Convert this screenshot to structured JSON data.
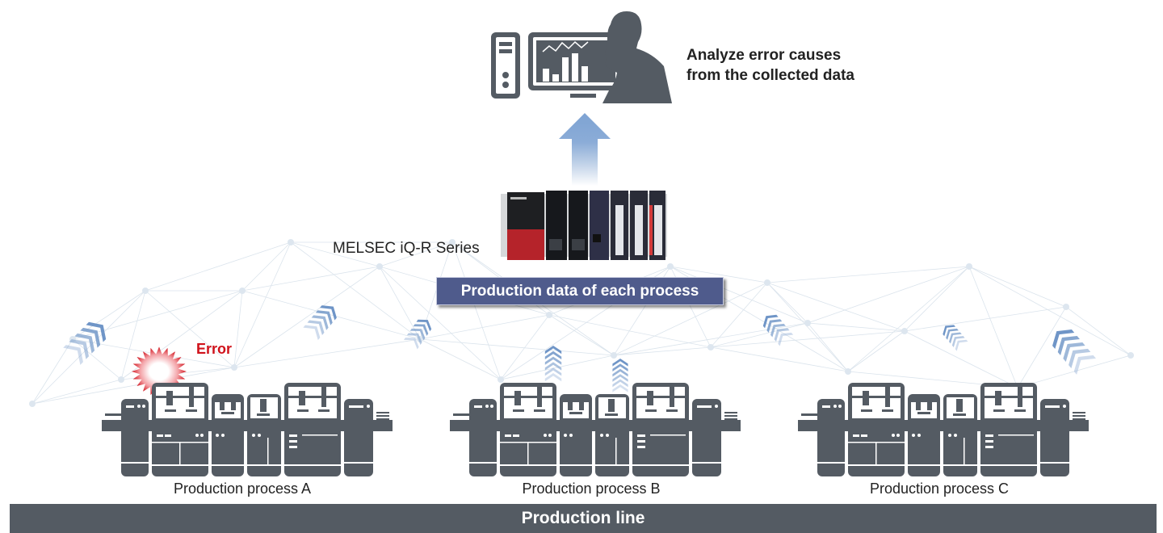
{
  "diagram": {
    "analysis": {
      "line1": "Analyze error causes",
      "line2": "from the collected data",
      "icon": "analyst-computer-icon"
    },
    "controller": {
      "label": "MELSEC iQ-R Series",
      "icon": "plc-rack-icon"
    },
    "data_box": {
      "label": "Production data of each process"
    },
    "error": {
      "label": "Error",
      "color": "#d0121b"
    },
    "processes": [
      {
        "label": "Production process A",
        "has_error": true
      },
      {
        "label": "Production process B",
        "has_error": false
      },
      {
        "label": "Production process C",
        "has_error": false
      }
    ],
    "production_line": {
      "label": "Production line"
    },
    "colors": {
      "machine": "#545b63",
      "arrow": "#6f95c7",
      "data_box": "#4f5b8c",
      "error": "#d0121b"
    }
  }
}
